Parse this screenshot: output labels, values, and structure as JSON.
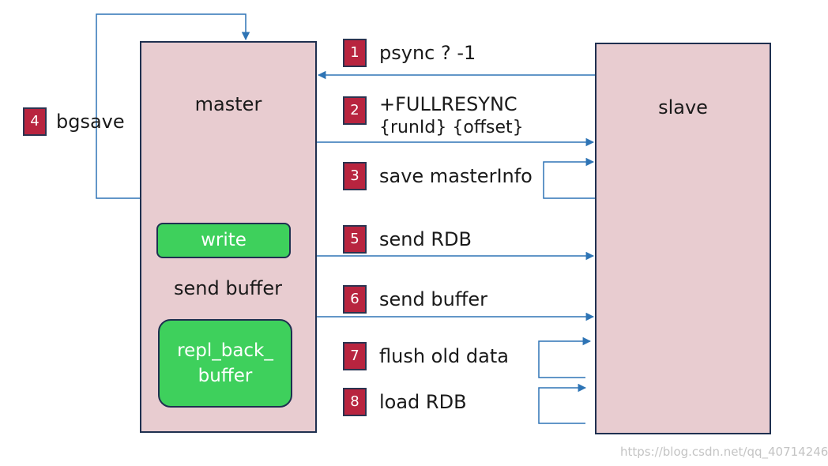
{
  "master": {
    "label": "master"
  },
  "slave": {
    "label": "slave"
  },
  "write_box": {
    "label": "write"
  },
  "repl_box": {
    "line1": "repl_back_",
    "line2": "buffer"
  },
  "send_buffer_label": "send buffer",
  "steps": [
    {
      "num": "1",
      "text": "psync ? -1"
    },
    {
      "num": "2",
      "line1": "+FULLRESYNC",
      "line2": "{runId} {offset}"
    },
    {
      "num": "3",
      "text": "save masterInfo"
    },
    {
      "num": "4",
      "text": "bgsave"
    },
    {
      "num": "5",
      "text": "send RDB"
    },
    {
      "num": "6",
      "text": "send buffer"
    },
    {
      "num": "7",
      "text": "flush old data"
    },
    {
      "num": "8",
      "text": "load RDB"
    }
  ],
  "watermark": "https://blog.csdn.net/qq_40714246",
  "colors": {
    "box_fill": "#e8ccd0",
    "green_fill": "#3ed05c",
    "badge_fill": "#b8243f",
    "arrow": "#2e74b5",
    "border": "#1f3050"
  }
}
